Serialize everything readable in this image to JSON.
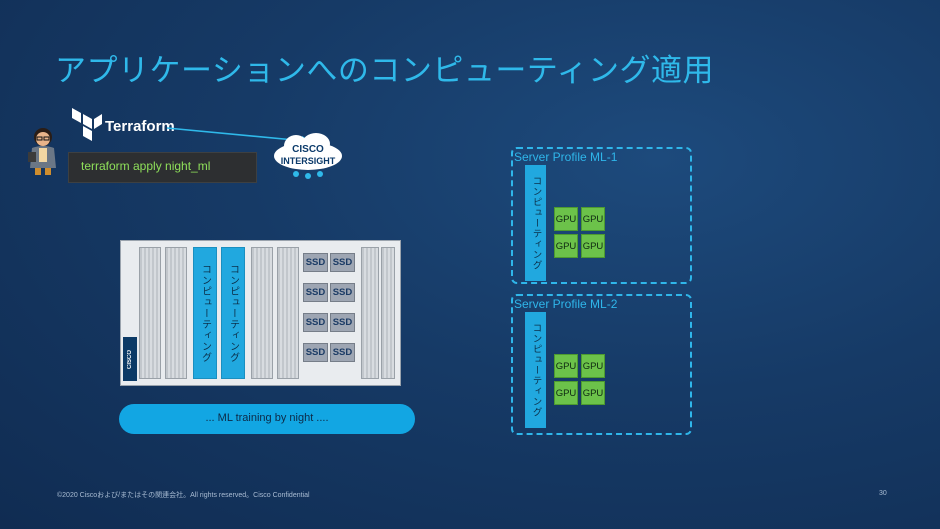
{
  "slide": {
    "title": "アプリケーションへのコンピューティング適用",
    "footer": "©2020 Ciscoおよび/またはその関連会社。All rights reserved。Cisco Confidential",
    "page_number": "30"
  },
  "terraform": {
    "logo_label": "Terraform",
    "command": "terraform apply night_ml"
  },
  "intersight": {
    "line1": "CISCO",
    "line2": "INTERSIGHT"
  },
  "chassis": {
    "compute_label": "コンピューティング",
    "ssd_label": "SSD",
    "brand": "CISCO"
  },
  "pill_text": "... ML training by night ....",
  "profiles": [
    {
      "title": "Server Profile ML-1",
      "compute_label": "コンピューティング",
      "gpu_label": "GPU"
    },
    {
      "title": "Server Profile ML-2",
      "compute_label": "コンピューティング",
      "gpu_label": "GPU"
    }
  ],
  "colors": {
    "accent": "#2fb9ea",
    "gpu": "#6cc24a",
    "compute": "#21a8df",
    "terminal_text": "#8fe05a"
  }
}
